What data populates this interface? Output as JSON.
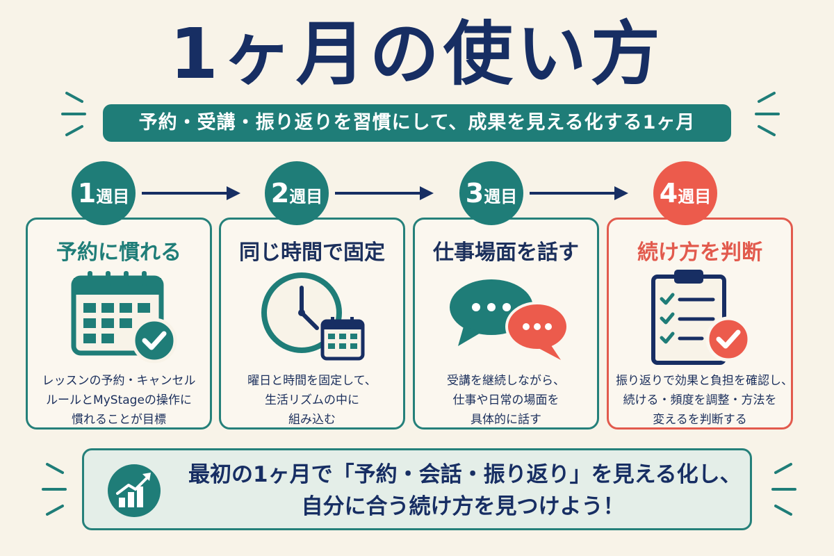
{
  "title": "1ヶ月の使い方",
  "subtitle": "予約・受講・振り返りを習慣にして、成果を見える化する1ヶ月",
  "weeks": [
    {
      "num": "1",
      "unit": "週目",
      "heading": "予約に慣れる",
      "lines": [
        "レッスンの予約・キャンセル",
        "ルールとMyStageの操作に",
        "慣れることが目標"
      ],
      "icon": "calendar-check-icon"
    },
    {
      "num": "2",
      "unit": "週目",
      "heading": "同じ時間で固定",
      "lines": [
        "曜日と時間を固定して、",
        "生活リズムの中に",
        "組み込む"
      ],
      "icon": "clock-calendar-icon"
    },
    {
      "num": "3",
      "unit": "週目",
      "heading": "仕事場面を話す",
      "lines": [
        "受講を継続しながら、",
        "仕事や日常の場面を",
        "具体的に話す"
      ],
      "icon": "speech-bubbles-icon"
    },
    {
      "num": "4",
      "unit": "週目",
      "heading": "続け方を判断",
      "lines": [
        "振り返りで効果と負担を確認し、",
        "続ける・頻度を調整・方法を",
        "変えるを判断する"
      ],
      "icon": "clipboard-check-icon"
    }
  ],
  "summary": {
    "line1": "最初の1ヶ月で「予約・会話・振り返り」を見える化し、",
    "line2": "自分に合う続け方を見つけよう！",
    "icon": "growth-chart-icon"
  },
  "colors": {
    "teal": "#1f7d78",
    "navy": "#172e63",
    "coral": "#ec5b4c",
    "background": "#f8f3e8"
  }
}
